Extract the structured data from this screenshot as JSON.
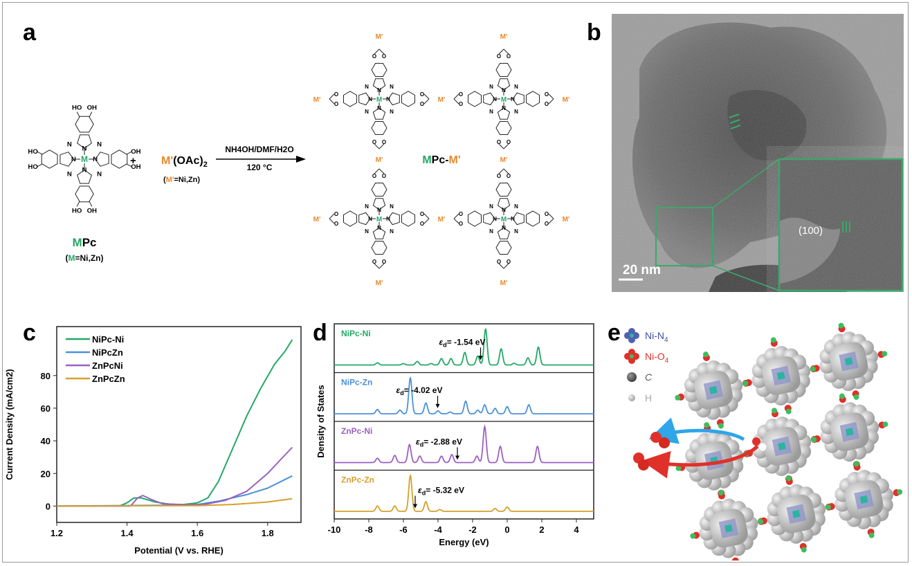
{
  "panel_labels": {
    "a": "a",
    "b": "b",
    "c": "c",
    "d": "d",
    "e": "e"
  },
  "colors": {
    "green": "#22a865",
    "orange": "#e8892c",
    "blue": "#4a90d9",
    "purple": "#9b5fc0",
    "gold": "#d4a12a",
    "inset_border": "#3aa86b"
  },
  "panel_a": {
    "hydroxyl_left": "HO",
    "hydroxyl_right": "OH",
    "nitrogen": "N",
    "oxygen": "O",
    "metal": "M",
    "metal_prime": "M'",
    "reagent_metal": "M'",
    "reagent_rest": "(OAc)",
    "reagent_sub": "2",
    "reagent_note_metal": "M'",
    "reagent_note_rest": "=Ni,Zn)",
    "reagent_note_open": "(",
    "plus": "+",
    "conditions_top": "NH4OH/DMF/H2O",
    "conditions_bottom": "120 °C",
    "monomer_name_metal": "M",
    "monomer_name_rest": "Pc",
    "monomer_note_open": "(",
    "monomer_note_metal": "M",
    "monomer_note_rest": "=Ni,Zn)",
    "product_name_a": "M",
    "product_name_b": "Pc-",
    "product_name_c": "M'"
  },
  "panel_b": {
    "scale_bar": "20 nm",
    "inset_plane": "(100)"
  },
  "chart_data": [
    {
      "type": "line",
      "title": "",
      "xlabel": "Potential (V vs. RHE)",
      "ylabel": "Current Density (mA/cm2)",
      "xlim": [
        1.2,
        1.895
      ],
      "ylim": [
        -10,
        110
      ],
      "xticks": [
        "1.2",
        "1.4",
        "1.6",
        "1.8"
      ],
      "yticks": [
        "0",
        "20",
        "40",
        "60",
        "80"
      ],
      "legend_position": "top-left",
      "series": [
        {
          "name": "NiPc-Ni",
          "color": "#22a865",
          "x": [
            1.2,
            1.38,
            1.4,
            1.42,
            1.44,
            1.48,
            1.52,
            1.56,
            1.6,
            1.63,
            1.66,
            1.7,
            1.74,
            1.78,
            1.82,
            1.85,
            1.87
          ],
          "y": [
            0,
            0.2,
            2,
            5,
            5,
            2.5,
            1.2,
            1,
            2,
            5,
            15,
            35,
            55,
            72,
            87,
            95,
            102
          ]
        },
        {
          "name": "NiPcZn",
          "color": "#4a90d9",
          "x": [
            1.2,
            1.5,
            1.6,
            1.66,
            1.74,
            1.8,
            1.87
          ],
          "y": [
            0,
            0.5,
            1,
            3,
            7,
            11,
            18.5
          ]
        },
        {
          "name": "ZnPcNi",
          "color": "#9b5fc0",
          "x": [
            1.2,
            1.41,
            1.43,
            1.445,
            1.47,
            1.5,
            1.56,
            1.62,
            1.68,
            1.74,
            1.8,
            1.87
          ],
          "y": [
            0,
            0,
            5,
            6.5,
            4,
            1.5,
            0.8,
            1,
            3.5,
            9,
            20,
            36
          ]
        },
        {
          "name": "ZnPcZn",
          "color": "#d4a12a",
          "x": [
            1.2,
            1.6,
            1.7,
            1.8,
            1.87
          ],
          "y": [
            0,
            0.3,
            1,
            2.5,
            4.5
          ]
        }
      ]
    },
    {
      "type": "line",
      "title": "",
      "xlabel": "Energy (eV)",
      "ylabel": "Density of States",
      "xlim": [
        -10,
        5
      ],
      "xticks": [
        "-10",
        "-8",
        "-6",
        "-4",
        "-2",
        "0",
        "2",
        "4"
      ],
      "eps_symbol": "ε",
      "eps_sub": "d",
      "series": [
        {
          "name": "NiPc-Ni",
          "color": "#22a865",
          "d_band_center_label": "= -1.54 eV",
          "d_band_center": -1.54,
          "peaks": [
            [
              -7.5,
              0.06
            ],
            [
              -6,
              0.04
            ],
            [
              -5.2,
              0.1
            ],
            [
              -4.4,
              0.04
            ],
            [
              -3.8,
              0.18
            ],
            [
              -3.25,
              0.18
            ],
            [
              -2.45,
              0.35
            ],
            [
              -1.7,
              0.25
            ],
            [
              -1.25,
              1.0
            ],
            [
              -0.35,
              0.45
            ],
            [
              0.4,
              0.05
            ],
            [
              1.2,
              0.2
            ],
            [
              1.8,
              0.5
            ]
          ]
        },
        {
          "name": "NiPc-Zn",
          "color": "#4a90d9",
          "d_band_center_label": "= -4.02 eV",
          "d_band_center": -4.02,
          "peaks": [
            [
              -7.5,
              0.12
            ],
            [
              -6.2,
              0.1
            ],
            [
              -5.6,
              1.0
            ],
            [
              -4.7,
              0.3
            ],
            [
              -4,
              0.08
            ],
            [
              -3.3,
              0.05
            ],
            [
              -2.4,
              0.35
            ],
            [
              -1.7,
              0.1
            ],
            [
              -1.3,
              0.25
            ],
            [
              -0.7,
              0.15
            ],
            [
              0,
              0.2
            ],
            [
              1.25,
              0.25
            ]
          ]
        },
        {
          "name": "ZnPc-Ni",
          "color": "#9b5fc0",
          "d_band_center_label": "= -2.88 eV",
          "d_band_center": -2.88,
          "peaks": [
            [
              -7.5,
              0.12
            ],
            [
              -6.5,
              0.2
            ],
            [
              -5.65,
              0.5
            ],
            [
              -5.05,
              0.18
            ],
            [
              -3.8,
              0.18
            ],
            [
              -3.2,
              0.22
            ],
            [
              -1.75,
              0.18
            ],
            [
              -1.3,
              1.0
            ],
            [
              -0.4,
              0.45
            ],
            [
              1.75,
              0.45
            ]
          ]
        },
        {
          "name": "ZnPc-Zn",
          "color": "#d4a12a",
          "d_band_center_label": "= -5.32 eV",
          "d_band_center": -5.32,
          "peaks": [
            [
              -7.5,
              0.15
            ],
            [
              -6.5,
              0.15
            ],
            [
              -5.6,
              1.0
            ],
            [
              -4.7,
              0.27
            ],
            [
              -3.9,
              0.05
            ],
            [
              -0.7,
              0.08
            ],
            [
              0,
              0.12
            ]
          ]
        }
      ]
    }
  ],
  "panel_e": {
    "legend": [
      {
        "label": "Ni-N",
        "sub": "4",
        "color": "#3d4fa8"
      },
      {
        "label": "Ni-O",
        "sub": "4",
        "color": "#e0302a"
      },
      {
        "label": "C",
        "sub": "",
        "color": "#555555"
      },
      {
        "label": "H",
        "sub": "",
        "color": "#aaaaaa"
      }
    ]
  }
}
